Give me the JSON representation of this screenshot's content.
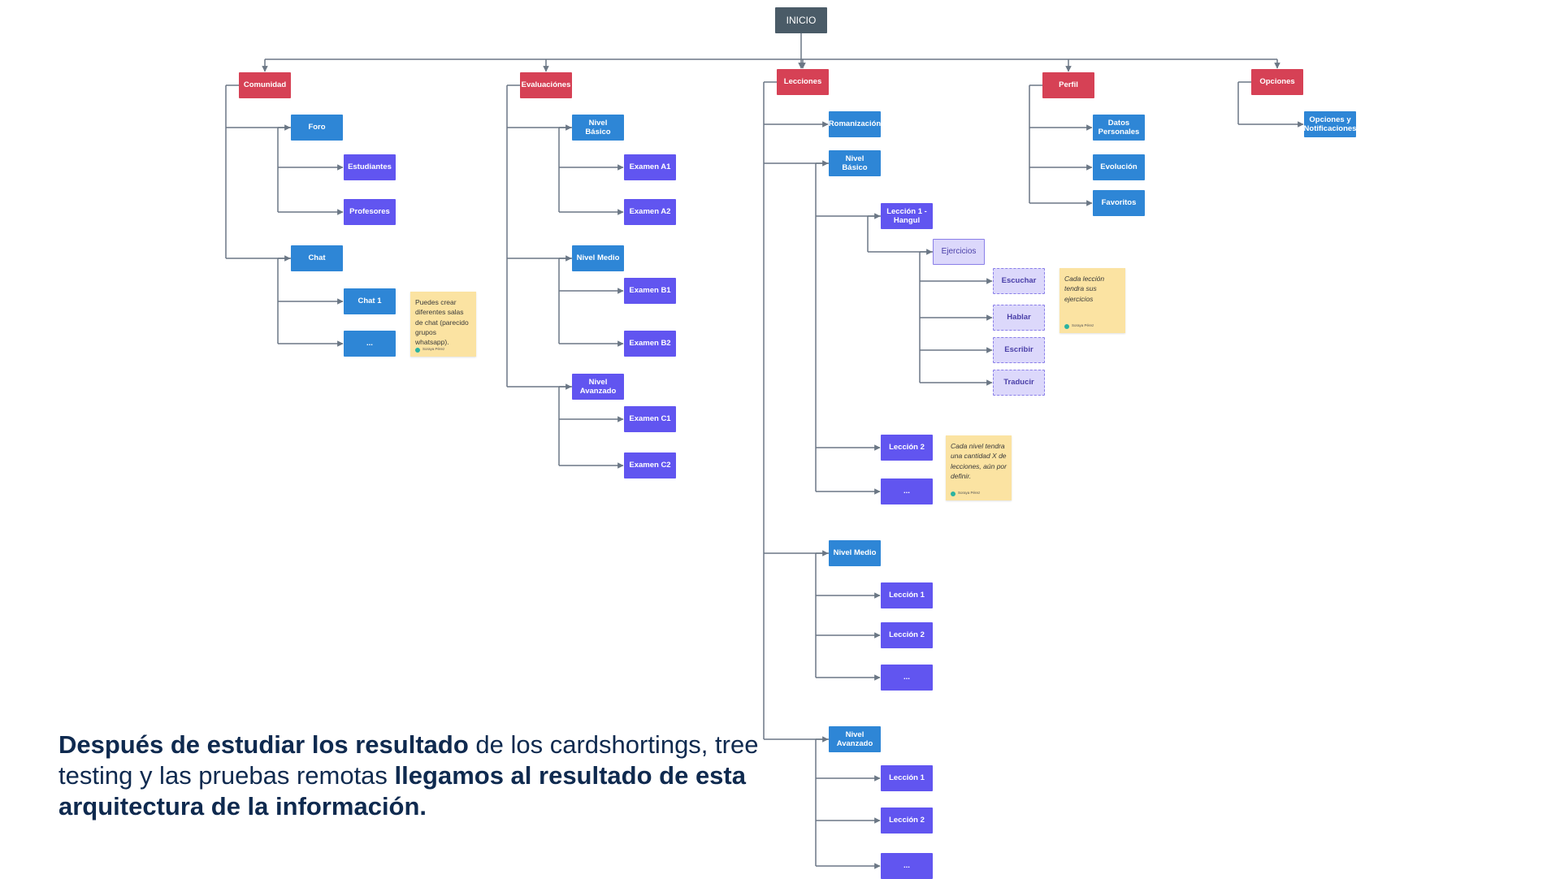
{
  "colors": {
    "root": "#4a5b67",
    "category": "#d64155",
    "section": "#2e86d6",
    "item": "#6155f0",
    "exercise": "#dcd8fb",
    "exercise_text": "#4a3fa8",
    "note": "#fbe3a2",
    "connector": "#6b7785",
    "caption_text": "#0f2a4f"
  },
  "diagram": {
    "nodes": [
      {
        "id": "inicio",
        "label": "INICIO",
        "kind": "root"
      },
      {
        "id": "comunidad",
        "label": "Comunidad",
        "kind": "category"
      },
      {
        "id": "evaluaciones",
        "label": "Evaluaciónes",
        "kind": "category"
      },
      {
        "id": "lecciones",
        "label": "Lecciones",
        "kind": "category"
      },
      {
        "id": "perfil",
        "label": "Perfil",
        "kind": "category"
      },
      {
        "id": "opciones",
        "label": "Opciones",
        "kind": "category"
      },
      {
        "id": "foro",
        "label": "Foro",
        "kind": "section"
      },
      {
        "id": "estudiantes",
        "label": "Estudiantes",
        "kind": "item"
      },
      {
        "id": "profesores",
        "label": "Profesores",
        "kind": "item"
      },
      {
        "id": "chat",
        "label": "Chat",
        "kind": "section"
      },
      {
        "id": "chat1",
        "label": "Chat 1",
        "kind": "section"
      },
      {
        "id": "chat_more",
        "label": "...",
        "kind": "section"
      },
      {
        "id": "ev_basico",
        "label": "Nivel Básico",
        "kind": "section"
      },
      {
        "id": "examen_a1",
        "label": "Examen A1",
        "kind": "item"
      },
      {
        "id": "examen_a2",
        "label": "Examen A2",
        "kind": "item"
      },
      {
        "id": "ev_medio",
        "label": "Nivel Medio",
        "kind": "section"
      },
      {
        "id": "examen_b1",
        "label": "Examen B1",
        "kind": "item"
      },
      {
        "id": "examen_b2",
        "label": "Examen B2",
        "kind": "item"
      },
      {
        "id": "ev_avanzado",
        "label": "Nivel\nAvanzado",
        "kind": "item"
      },
      {
        "id": "examen_c1",
        "label": "Examen C1",
        "kind": "item"
      },
      {
        "id": "examen_c2",
        "label": "Examen C2",
        "kind": "item"
      },
      {
        "id": "romanizacion",
        "label": "Romanización",
        "kind": "section"
      },
      {
        "id": "le_basico",
        "label": "Nivel Básico",
        "kind": "section"
      },
      {
        "id": "leccion1_hangul",
        "label": "Lección 1 -\nHangul",
        "kind": "item"
      },
      {
        "id": "ejercicios",
        "label": "Ejercicios",
        "kind": "exercise"
      },
      {
        "id": "escuchar",
        "label": "Escuchar",
        "kind": "exercise_dashed"
      },
      {
        "id": "hablar",
        "label": "Hablar",
        "kind": "exercise_dashed"
      },
      {
        "id": "escribir",
        "label": "Escribir",
        "kind": "exercise_dashed"
      },
      {
        "id": "traducir",
        "label": "Traducir",
        "kind": "exercise_dashed"
      },
      {
        "id": "b_leccion2",
        "label": "Lección 2",
        "kind": "item"
      },
      {
        "id": "b_more",
        "label": "...",
        "kind": "item"
      },
      {
        "id": "le_medio",
        "label": "Nivel Medio",
        "kind": "section"
      },
      {
        "id": "m_leccion1",
        "label": "Lección 1",
        "kind": "item"
      },
      {
        "id": "m_leccion2",
        "label": "Lección 2",
        "kind": "item"
      },
      {
        "id": "m_more",
        "label": "...",
        "kind": "item"
      },
      {
        "id": "le_avanzado",
        "label": "Nivel\nAvanzado",
        "kind": "section"
      },
      {
        "id": "a_leccion1",
        "label": "Lección 1",
        "kind": "item"
      },
      {
        "id": "a_leccion2",
        "label": "Lección 2",
        "kind": "item"
      },
      {
        "id": "a_more",
        "label": "...",
        "kind": "item"
      },
      {
        "id": "datos_personales",
        "label": "Datos\nPersonales",
        "kind": "section"
      },
      {
        "id": "evolucion",
        "label": "Evolución",
        "kind": "section"
      },
      {
        "id": "favoritos",
        "label": "Favoritos",
        "kind": "section"
      },
      {
        "id": "opciones_notif",
        "label": "Opciones y\nNotificaciones",
        "kind": "section"
      }
    ],
    "edges": [
      [
        "inicio",
        "comunidad"
      ],
      [
        "inicio",
        "evaluaciones"
      ],
      [
        "inicio",
        "lecciones"
      ],
      [
        "inicio",
        "perfil"
      ],
      [
        "inicio",
        "opciones"
      ],
      [
        "comunidad",
        "foro"
      ],
      [
        "comunidad",
        "chat"
      ],
      [
        "foro",
        "estudiantes"
      ],
      [
        "foro",
        "profesores"
      ],
      [
        "chat",
        "chat1"
      ],
      [
        "chat",
        "chat_more"
      ],
      [
        "evaluaciones",
        "ev_basico"
      ],
      [
        "evaluaciones",
        "ev_medio"
      ],
      [
        "evaluaciones",
        "ev_avanzado"
      ],
      [
        "ev_basico",
        "examen_a1"
      ],
      [
        "ev_basico",
        "examen_a2"
      ],
      [
        "ev_medio",
        "examen_b1"
      ],
      [
        "ev_medio",
        "examen_b2"
      ],
      [
        "ev_avanzado",
        "examen_c1"
      ],
      [
        "ev_avanzado",
        "examen_c2"
      ],
      [
        "lecciones",
        "romanizacion"
      ],
      [
        "lecciones",
        "le_basico"
      ],
      [
        "lecciones",
        "le_medio"
      ],
      [
        "lecciones",
        "le_avanzado"
      ],
      [
        "le_basico",
        "leccion1_hangul"
      ],
      [
        "le_basico",
        "b_leccion2"
      ],
      [
        "le_basico",
        "b_more"
      ],
      [
        "leccion1_hangul",
        "ejercicios"
      ],
      [
        "ejercicios",
        "escuchar"
      ],
      [
        "ejercicios",
        "hablar"
      ],
      [
        "ejercicios",
        "escribir"
      ],
      [
        "ejercicios",
        "traducir"
      ],
      [
        "le_medio",
        "m_leccion1"
      ],
      [
        "le_medio",
        "m_leccion2"
      ],
      [
        "le_medio",
        "m_more"
      ],
      [
        "le_avanzado",
        "a_leccion1"
      ],
      [
        "le_avanzado",
        "a_leccion2"
      ],
      [
        "le_avanzado",
        "a_more"
      ],
      [
        "perfil",
        "datos_personales"
      ],
      [
        "perfil",
        "evolucion"
      ],
      [
        "perfil",
        "favoritos"
      ],
      [
        "opciones",
        "opciones_notif"
      ]
    ],
    "notes": [
      {
        "id": "note_chat",
        "text": "Puedes crear\ndiferentes salas\nde chat (parecido\ngrupos\nwhatsapp).",
        "italic": false,
        "author": "Soraya Pérez"
      },
      {
        "id": "note_ejercicios",
        "text": "Cada lección\ntendra sus\nejercicios",
        "italic": true,
        "author": "Soraya Pérez"
      },
      {
        "id": "note_lecciones",
        "text": "Cada nivel tendra\nuna cantidad X de\nlecciones, aún por\ndefinir.",
        "italic": true,
        "author": "Soraya Pérez"
      }
    ]
  },
  "caption": {
    "part1_bold": "Después de estudiar los resultado",
    "part2": " de los cardshortings, tree testing y las pruebas remotas ",
    "part3_bold": "llegamos al resultado de esta arquitectura de la información."
  }
}
